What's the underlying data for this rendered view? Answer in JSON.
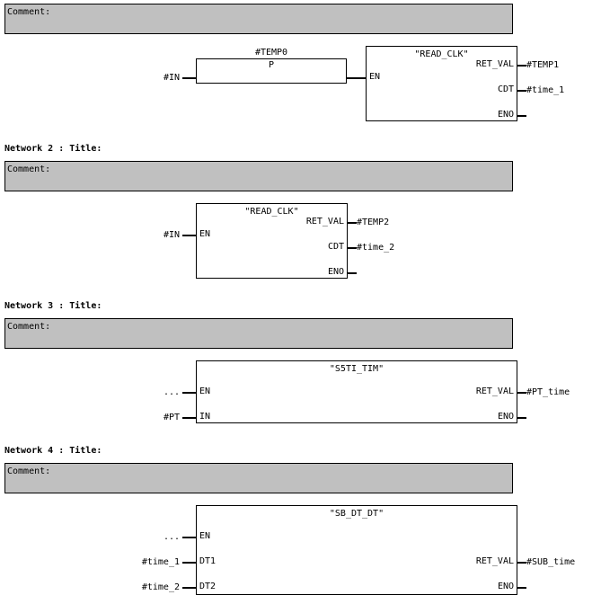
{
  "comment_label": "Comment:",
  "network1": {
    "coil_addr": "#TEMP0",
    "coil_label": "P",
    "input": "#IN",
    "fb_name": "\"READ_CLK\"",
    "pins_in": [
      "EN"
    ],
    "pins_out": [
      "RET_VAL",
      "CDT",
      "ENO"
    ],
    "out_vals": [
      "#TEMP1",
      "#time_1"
    ]
  },
  "network2": {
    "title": "Network 2 : Title:",
    "input": "#IN",
    "fb_name": "\"READ_CLK\"",
    "pins_in": [
      "EN"
    ],
    "pins_out": [
      "RET_VAL",
      "CDT",
      "ENO"
    ],
    "out_vals": [
      "#TEMP2",
      "#time_2"
    ]
  },
  "network3": {
    "title": "Network 3 : Title:",
    "inputs": [
      "...",
      "#PT"
    ],
    "fb_name": "\"S5TI_TIM\"",
    "pins_in": [
      "EN",
      "IN"
    ],
    "pins_out": [
      "RET_VAL",
      "ENO"
    ],
    "out_vals": [
      "#PT_time"
    ]
  },
  "network4": {
    "title": "Network 4 : Title:",
    "inputs": [
      "...",
      "#time_1",
      "#time_2"
    ],
    "fb_name": "\"SB_DT_DT\"",
    "pins_in": [
      "EN",
      "DT1",
      "DT2"
    ],
    "pins_out": [
      "RET_VAL",
      "ENO"
    ],
    "out_vals": [
      "#SUB_time"
    ]
  }
}
